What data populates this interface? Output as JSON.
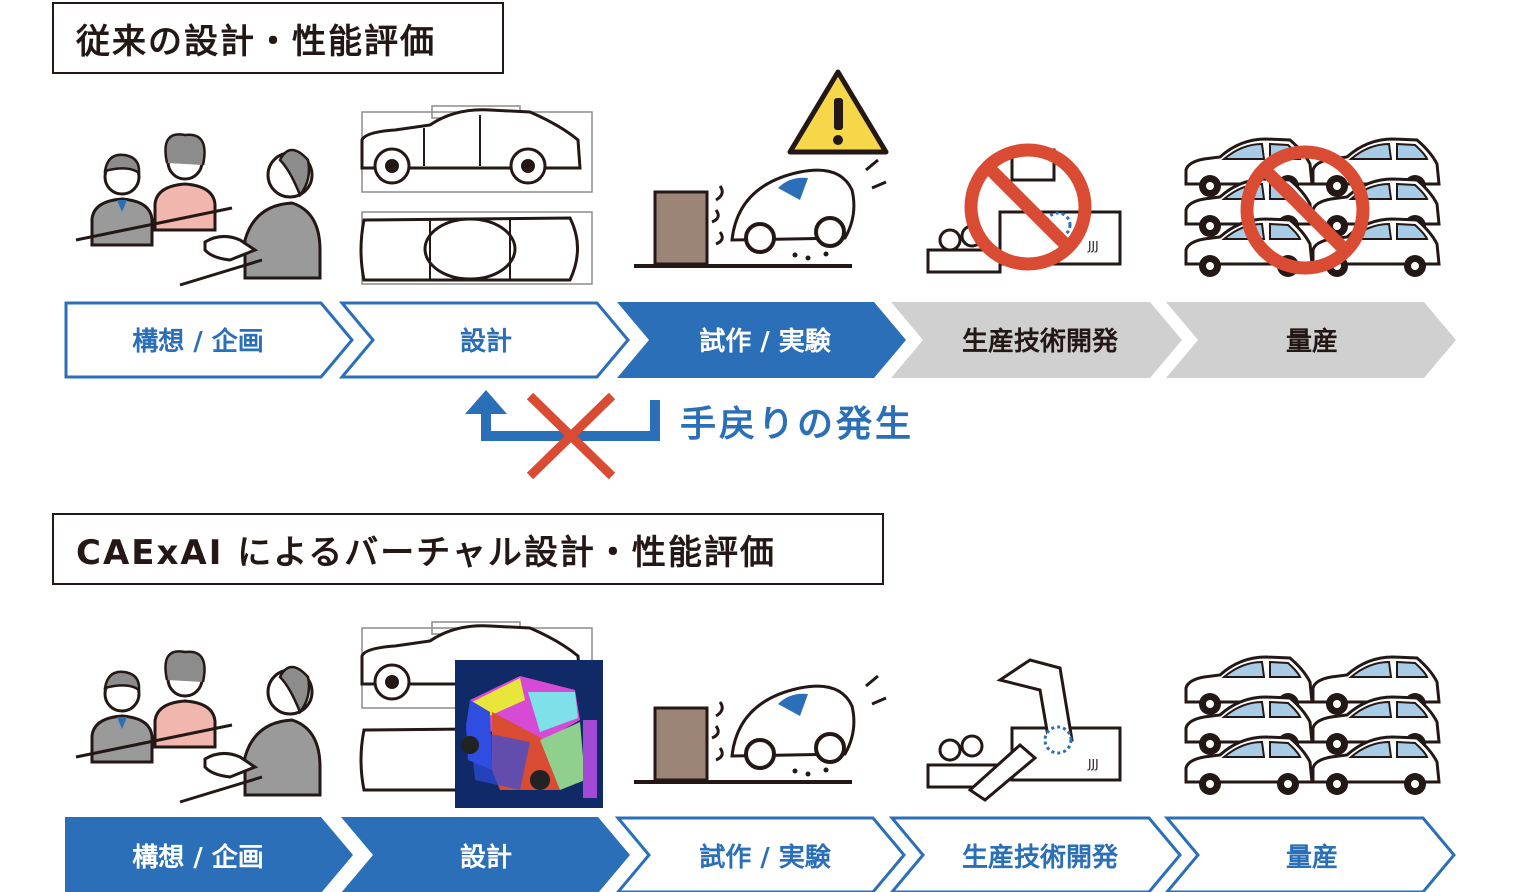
{
  "sections": [
    {
      "title": "従来の設計・性能評価",
      "steps": [
        {
          "label": "構想 / 企画",
          "style": "outline"
        },
        {
          "label": "設計",
          "style": "outline"
        },
        {
          "label": "試作 / 実験",
          "style": "filled"
        },
        {
          "label": "生産技術開発",
          "style": "disabled"
        },
        {
          "label": "量産",
          "style": "disabled"
        }
      ],
      "feedback_label": "手戻りの発生"
    },
    {
      "title": "CAExAI によるバーチャル設計・性能評価",
      "steps": [
        {
          "label": "構想 / 企画",
          "style": "filled"
        },
        {
          "label": "設計",
          "style": "filled"
        },
        {
          "label": "試作 / 実験",
          "style": "outline"
        },
        {
          "label": "生産技術開発",
          "style": "outline"
        },
        {
          "label": "量産",
          "style": "outline"
        }
      ]
    }
  ],
  "colors": {
    "primary": "#2a6fb7",
    "disabled": "#d0d0d0",
    "cross": "#d94b32",
    "warning": "#f6d74a"
  },
  "icons": [
    "meeting-icon",
    "car-drawing-icon",
    "crash-test-icon",
    "factory-robot-icon",
    "mass-production-cars-icon",
    "warning-icon",
    "prohibited-icon",
    "cae-simulation-image"
  ]
}
